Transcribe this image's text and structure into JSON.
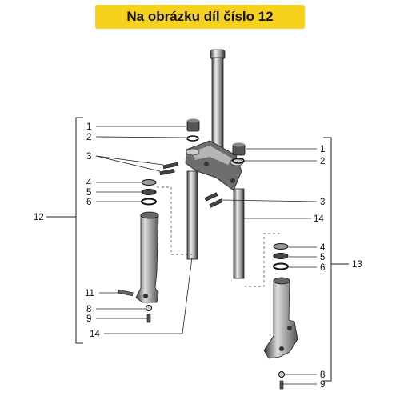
{
  "banner": {
    "text": "Na obrázku díl číslo 12",
    "color": "#f6d21c"
  },
  "callouts": {
    "left": {
      "c1": "1",
      "c2": "2",
      "c3": "3",
      "c4": "4",
      "c5": "5",
      "c6": "6",
      "c11": "11",
      "c8": "8",
      "c9": "9",
      "c14": "14",
      "c12": "12"
    },
    "right": {
      "c1": "1",
      "c2": "2",
      "c3": "3",
      "c14": "14",
      "c4": "4",
      "c5": "5",
      "c6": "6",
      "c8": "8",
      "c9": "9",
      "c13": "13"
    }
  }
}
